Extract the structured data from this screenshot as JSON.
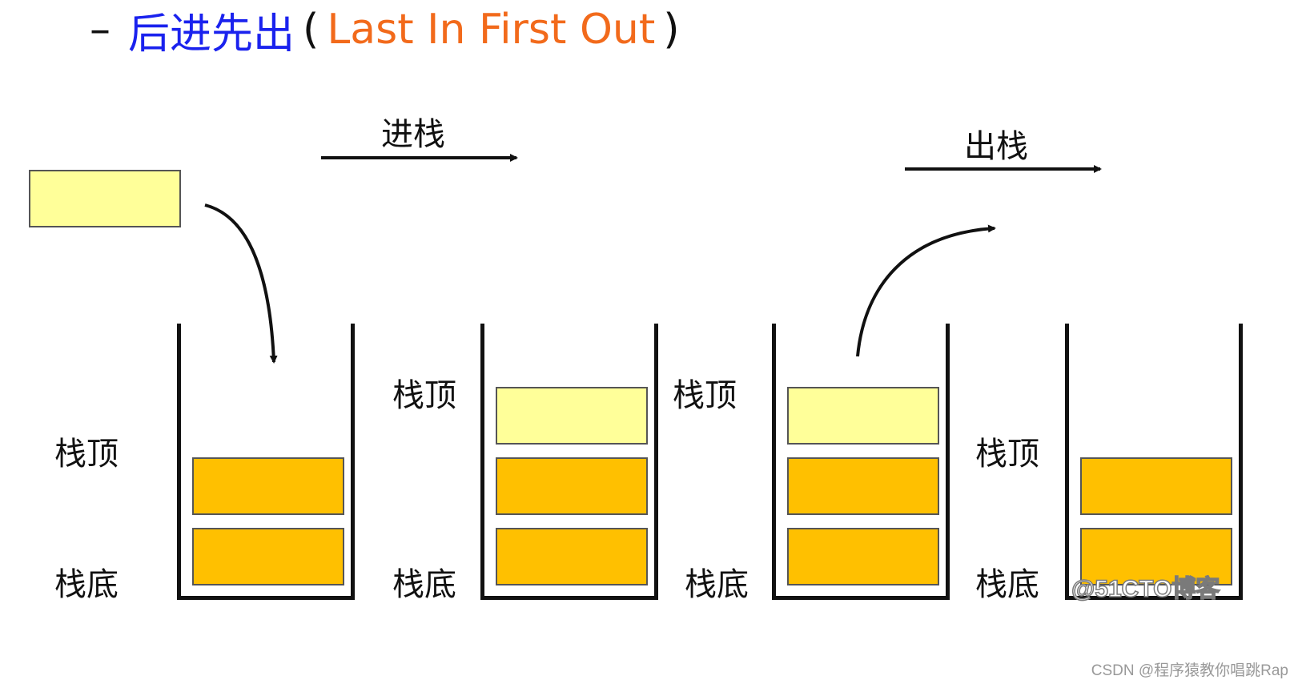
{
  "title": {
    "dash": "–",
    "chinese": "后进先出",
    "paren_open": "(",
    "english": "Last In First Out",
    "paren_close": ")",
    "colors": {
      "chinese": "#1a22ee",
      "english": "#f26a1b"
    }
  },
  "arrows": {
    "push_label": "进栈",
    "pop_label": "出栈"
  },
  "labels": {
    "top": "栈顶",
    "bottom": "栈底"
  },
  "stacks": [
    {
      "name": "initial",
      "block_count": 2,
      "new_blocks": 0
    },
    {
      "name": "after-push",
      "block_count": 3,
      "new_blocks": 1
    },
    {
      "name": "before-pop",
      "block_count": 3,
      "new_blocks": 1
    },
    {
      "name": "after-pop",
      "block_count": 2,
      "new_blocks": 0
    }
  ],
  "colors": {
    "old_block": "#ffc000",
    "new_block": "#ffff99",
    "outline": "#111111"
  },
  "watermarks": {
    "site": "@51CTO博客",
    "author": "CSDN @程序猿教你唱跳Rap"
  }
}
